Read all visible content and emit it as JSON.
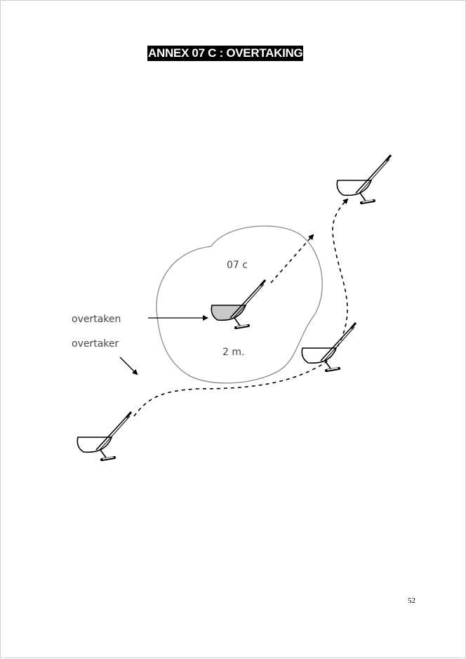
{
  "header": {
    "title": "ANNEX 07 C : OVERTAKING"
  },
  "diagram": {
    "zone_label": "07 c",
    "zone_size_label": "2 m.",
    "labels": {
      "overtaken": "overtaken",
      "overtaker": "overtaker"
    }
  },
  "footer": {
    "page_number": "52"
  }
}
